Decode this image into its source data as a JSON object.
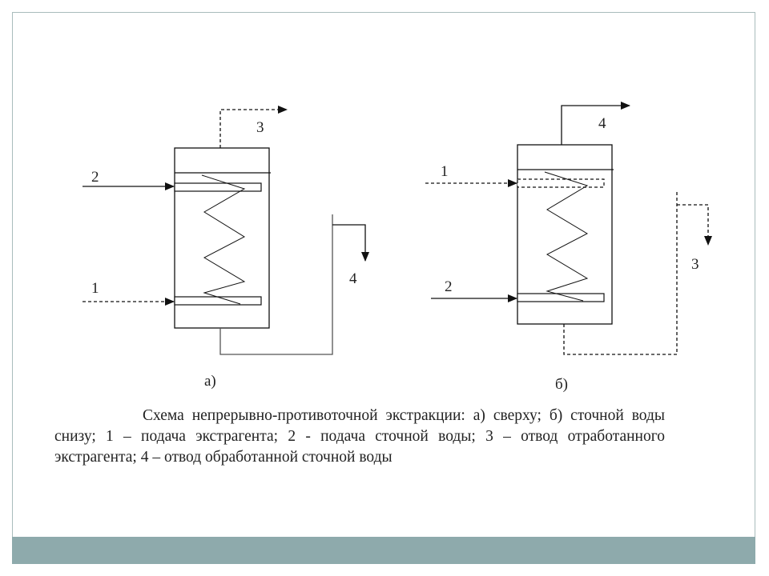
{
  "diagram_a": {
    "label": "а)",
    "stream_1": "1",
    "stream_2": "2",
    "stream_3": "3",
    "stream_4": "4"
  },
  "diagram_b": {
    "label": "б)",
    "stream_1": "1",
    "stream_2": "2",
    "stream_3": "3",
    "stream_4": "4"
  },
  "caption": "Схема непрерывно-противоточной экстракции: а) сверху; б) сточной воды снизу; 1 – подача экстрагента; 2 - подача сточной воды; 3 – отвод отработанного экстрагента; 4 – отвод обработанной сточной воды",
  "colors": {
    "footer_bar": "#8eaaac",
    "frame_border": "#a9bcbc",
    "line": "#111111"
  }
}
